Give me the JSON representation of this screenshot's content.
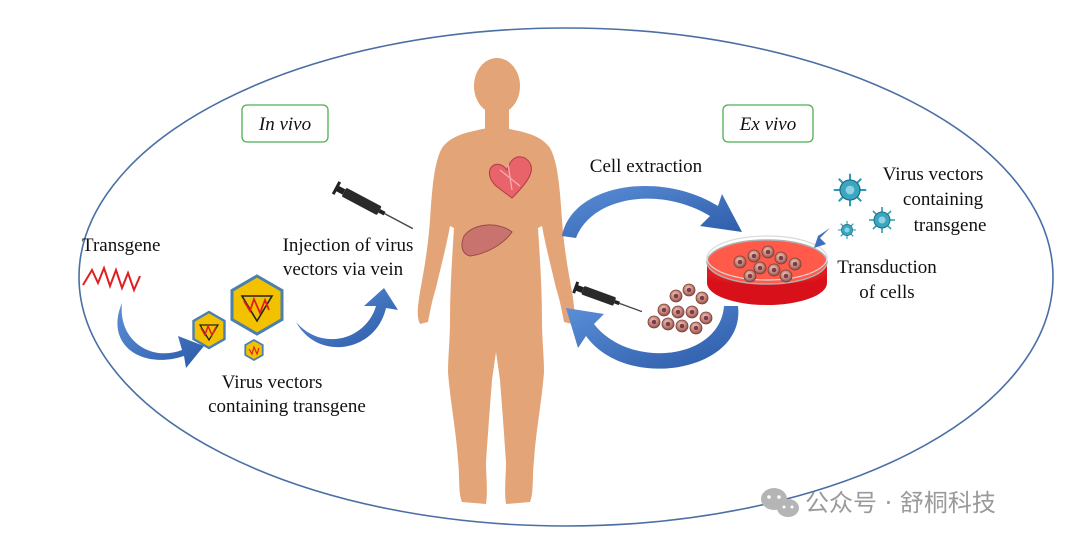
{
  "in_vivo": {
    "tag": "In vivo",
    "transgene": "Transgene",
    "injection_line1": "Injection of virus",
    "injection_line2": "vectors via vein",
    "vectors_line1": "Virus vectors",
    "vectors_line2": "containing transgene"
  },
  "ex_vivo": {
    "tag": "Ex vivo",
    "cell_extraction": "Cell extraction",
    "vectors_line1": "Virus vectors",
    "vectors_line2": "containing",
    "vectors_line3": "transgene",
    "transduction_line1": "Transduction",
    "transduction_line2": "of cells"
  },
  "watermark": "公众号 · 舒桐科技",
  "colors": {
    "ellipse": "#4a6fa5",
    "body": "#e3a477",
    "arrow_blue": "#3f6fbf",
    "tag_border": "#4caf50",
    "dish_red": "#e8181f",
    "vector_yellow": "#f2c200",
    "vector_shell": "#4a7fb0",
    "virus_teal": "#2e9bb5",
    "transgene_red": "#e02020"
  }
}
